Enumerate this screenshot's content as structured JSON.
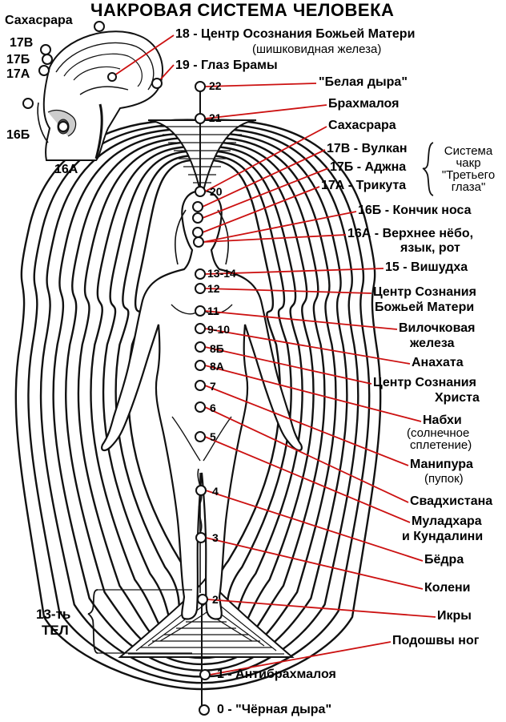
{
  "title": "ЧАКРОВАЯ СИСТЕМА ЧЕЛОВЕКА",
  "head_labels": {
    "sahasrara": "Сахасрара",
    "c17v": "17В",
    "c17b": "17Б",
    "c17a": "17А",
    "c16b": "16Б",
    "c16a": "16А"
  },
  "chakra_labels": [
    {
      "id": "c18",
      "text": "18 - Центр Осознания Божьей Матери"
    },
    {
      "id": "c18sub",
      "text": "(шишковидная железа)"
    },
    {
      "id": "c19",
      "text": "19 - Глаз Брамы"
    },
    {
      "id": "c22",
      "text": "\"Белая дыра\""
    },
    {
      "id": "brahmaloya",
      "text": "Брахмалоя"
    },
    {
      "id": "sahasrara",
      "text": "Сахасрара"
    },
    {
      "id": "c17v",
      "text": "17В - Вулкан"
    },
    {
      "id": "c17b",
      "text": "17Б - Аджна"
    },
    {
      "id": "c17a",
      "text": "17А - Трикута"
    },
    {
      "id": "c16b",
      "text": "16Б - Кончик носа"
    },
    {
      "id": "c16a",
      "text": "16А - Верхнее нёбо,"
    },
    {
      "id": "c16a2",
      "text": "язык, рот"
    },
    {
      "id": "c15",
      "text": "15 - Вишудха"
    },
    {
      "id": "c12a",
      "text": "Центр Сознания"
    },
    {
      "id": "c12b",
      "text": "Божьей Матери"
    },
    {
      "id": "c11a",
      "text": "Вилочковая"
    },
    {
      "id": "c11b",
      "text": "железа"
    },
    {
      "id": "anahata",
      "text": "Анахата"
    },
    {
      "id": "c8a",
      "text": "Центр Сознания"
    },
    {
      "id": "c8b",
      "text": "Христа"
    },
    {
      "id": "nabhi",
      "text": "Набхи"
    },
    {
      "id": "nabhi_s1",
      "text": "(солнечное"
    },
    {
      "id": "nabhi_s2",
      "text": "сплетение)"
    },
    {
      "id": "manipura",
      "text": "Манипура"
    },
    {
      "id": "manipura_s",
      "text": "(пупок)"
    },
    {
      "id": "svadh",
      "text": "Свадхистана"
    },
    {
      "id": "mul1",
      "text": "Муладхара"
    },
    {
      "id": "mul2",
      "text": "и Кундалини"
    },
    {
      "id": "bedra",
      "text": "Бёдра"
    },
    {
      "id": "koleni",
      "text": "Колени"
    },
    {
      "id": "ikry",
      "text": "Икры"
    },
    {
      "id": "podoshvy",
      "text": "Подошвы ног"
    },
    {
      "id": "c1",
      "text": "1 - Антибрахмалоя"
    },
    {
      "id": "c0",
      "text": "0 - \"Чёрная дыра\""
    }
  ],
  "group_label": [
    "Система",
    "чакр",
    "\"Третьего",
    "глаза\""
  ],
  "bodies_label": [
    "13-ть",
    "ТЕЛ"
  ],
  "spine_numbers": [
    "22",
    "21",
    "20",
    "13-14",
    "12",
    "11",
    "9-10",
    "8Б",
    "8А",
    "7",
    "6",
    "5",
    "4",
    "3",
    "2"
  ],
  "colors": {
    "lines": "#cc1111",
    "ink": "#111111",
    "accent": "#d40000"
  }
}
